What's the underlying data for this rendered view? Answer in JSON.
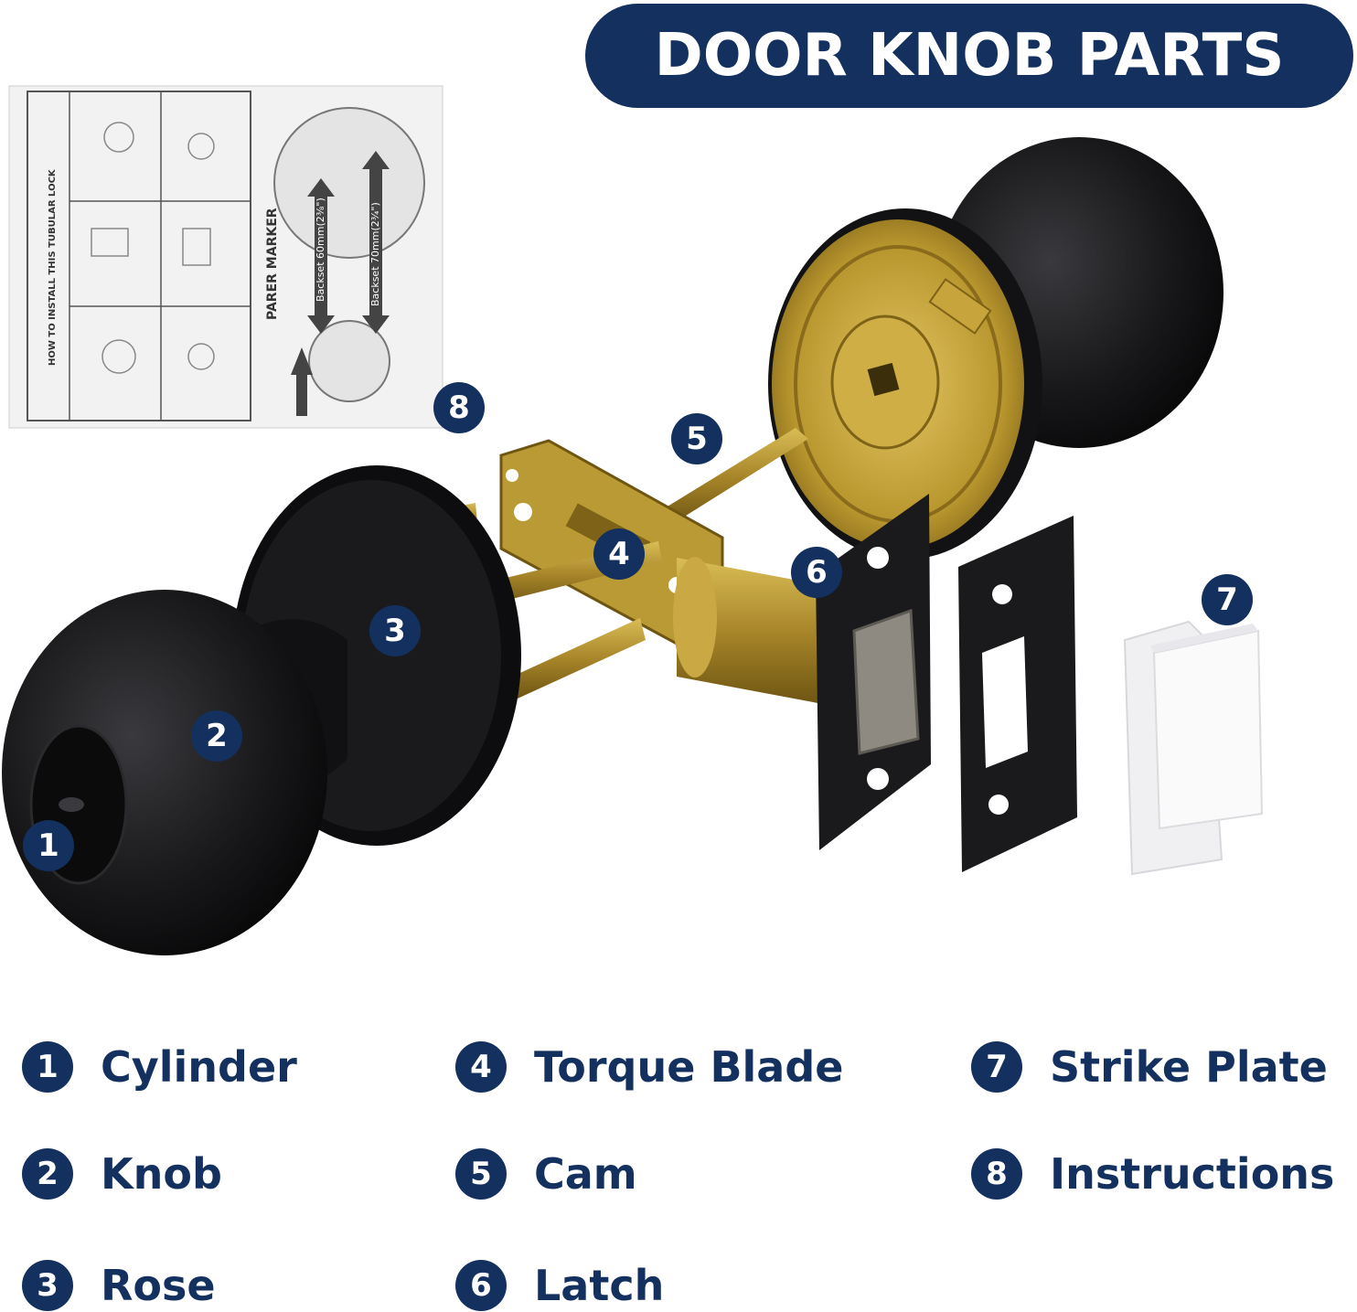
{
  "title": "DOOR KNOB PARTS",
  "colors": {
    "navy": "#13305e",
    "black": "#141416",
    "brass": "#b7962e",
    "brass_dark": "#7d6217",
    "white": "#ffffff"
  },
  "parts": [
    {
      "number": "1",
      "label": "Cylinder"
    },
    {
      "number": "2",
      "label": "Knob"
    },
    {
      "number": "3",
      "label": "Rose"
    },
    {
      "number": "4",
      "label": "Torque Blade"
    },
    {
      "number": "5",
      "label": "Cam"
    },
    {
      "number": "6",
      "label": "Latch"
    },
    {
      "number": "7",
      "label": "Strike Plate"
    },
    {
      "number": "8",
      "label": "Instructions"
    }
  ],
  "instructions_sheet": {
    "heading": "HOW TO INSTALL THIS TUBULAR LOCK",
    "marker": "PARER MARKER",
    "backset_60": "Backset 60mm(2⅜\")",
    "backset_70": "Backset 70mm(2¾\")"
  }
}
